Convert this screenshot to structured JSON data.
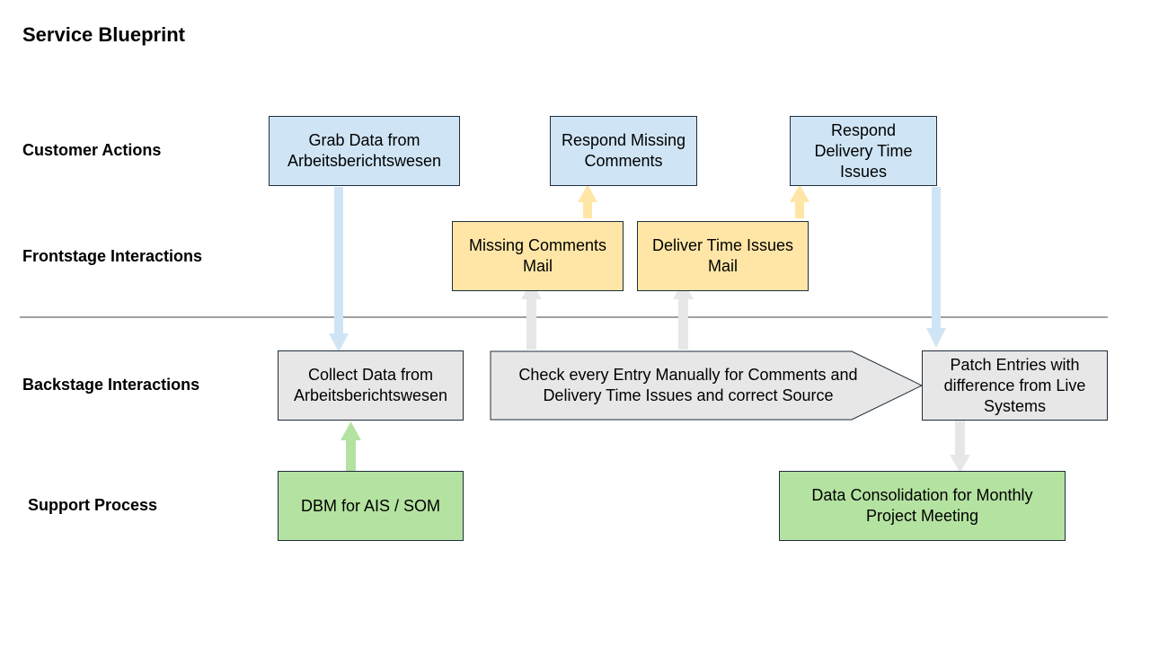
{
  "title": "Service Blueprint",
  "lanes": {
    "customer": "Customer Actions",
    "frontstage": "Frontstage Interactions",
    "backstage": "Backstage Interactions",
    "support": "Support Process"
  },
  "boxes": {
    "grab_data": "Grab Data  from\nArbeitsberichtswesen",
    "respond_missing": "Respond Missing\nComments",
    "respond_delivery": "Respond\nDelivery Time\nIssues",
    "missing_mail": "Missing Comments\nMail",
    "deliver_mail": "Deliver Time Issues\nMail",
    "collect_data": "Collect Data  from\nArbeitsberichtswesen",
    "check_entries": "Check every Entry Manually  for Comments and\nDelivery Time Issues and correct Source",
    "patch_entries": "Patch Entries with\ndifference from Live\nSystems",
    "dbm": "DBM for AIS / SOM",
    "consolidation": "Data Consolidation for Monthly\nProject Meeting"
  },
  "colors": {
    "customer_box": "#cfe5f6",
    "frontstage_box": "#ffe6a6",
    "backstage_box": "#e7e7e7",
    "support_box": "#b4e3a1"
  }
}
